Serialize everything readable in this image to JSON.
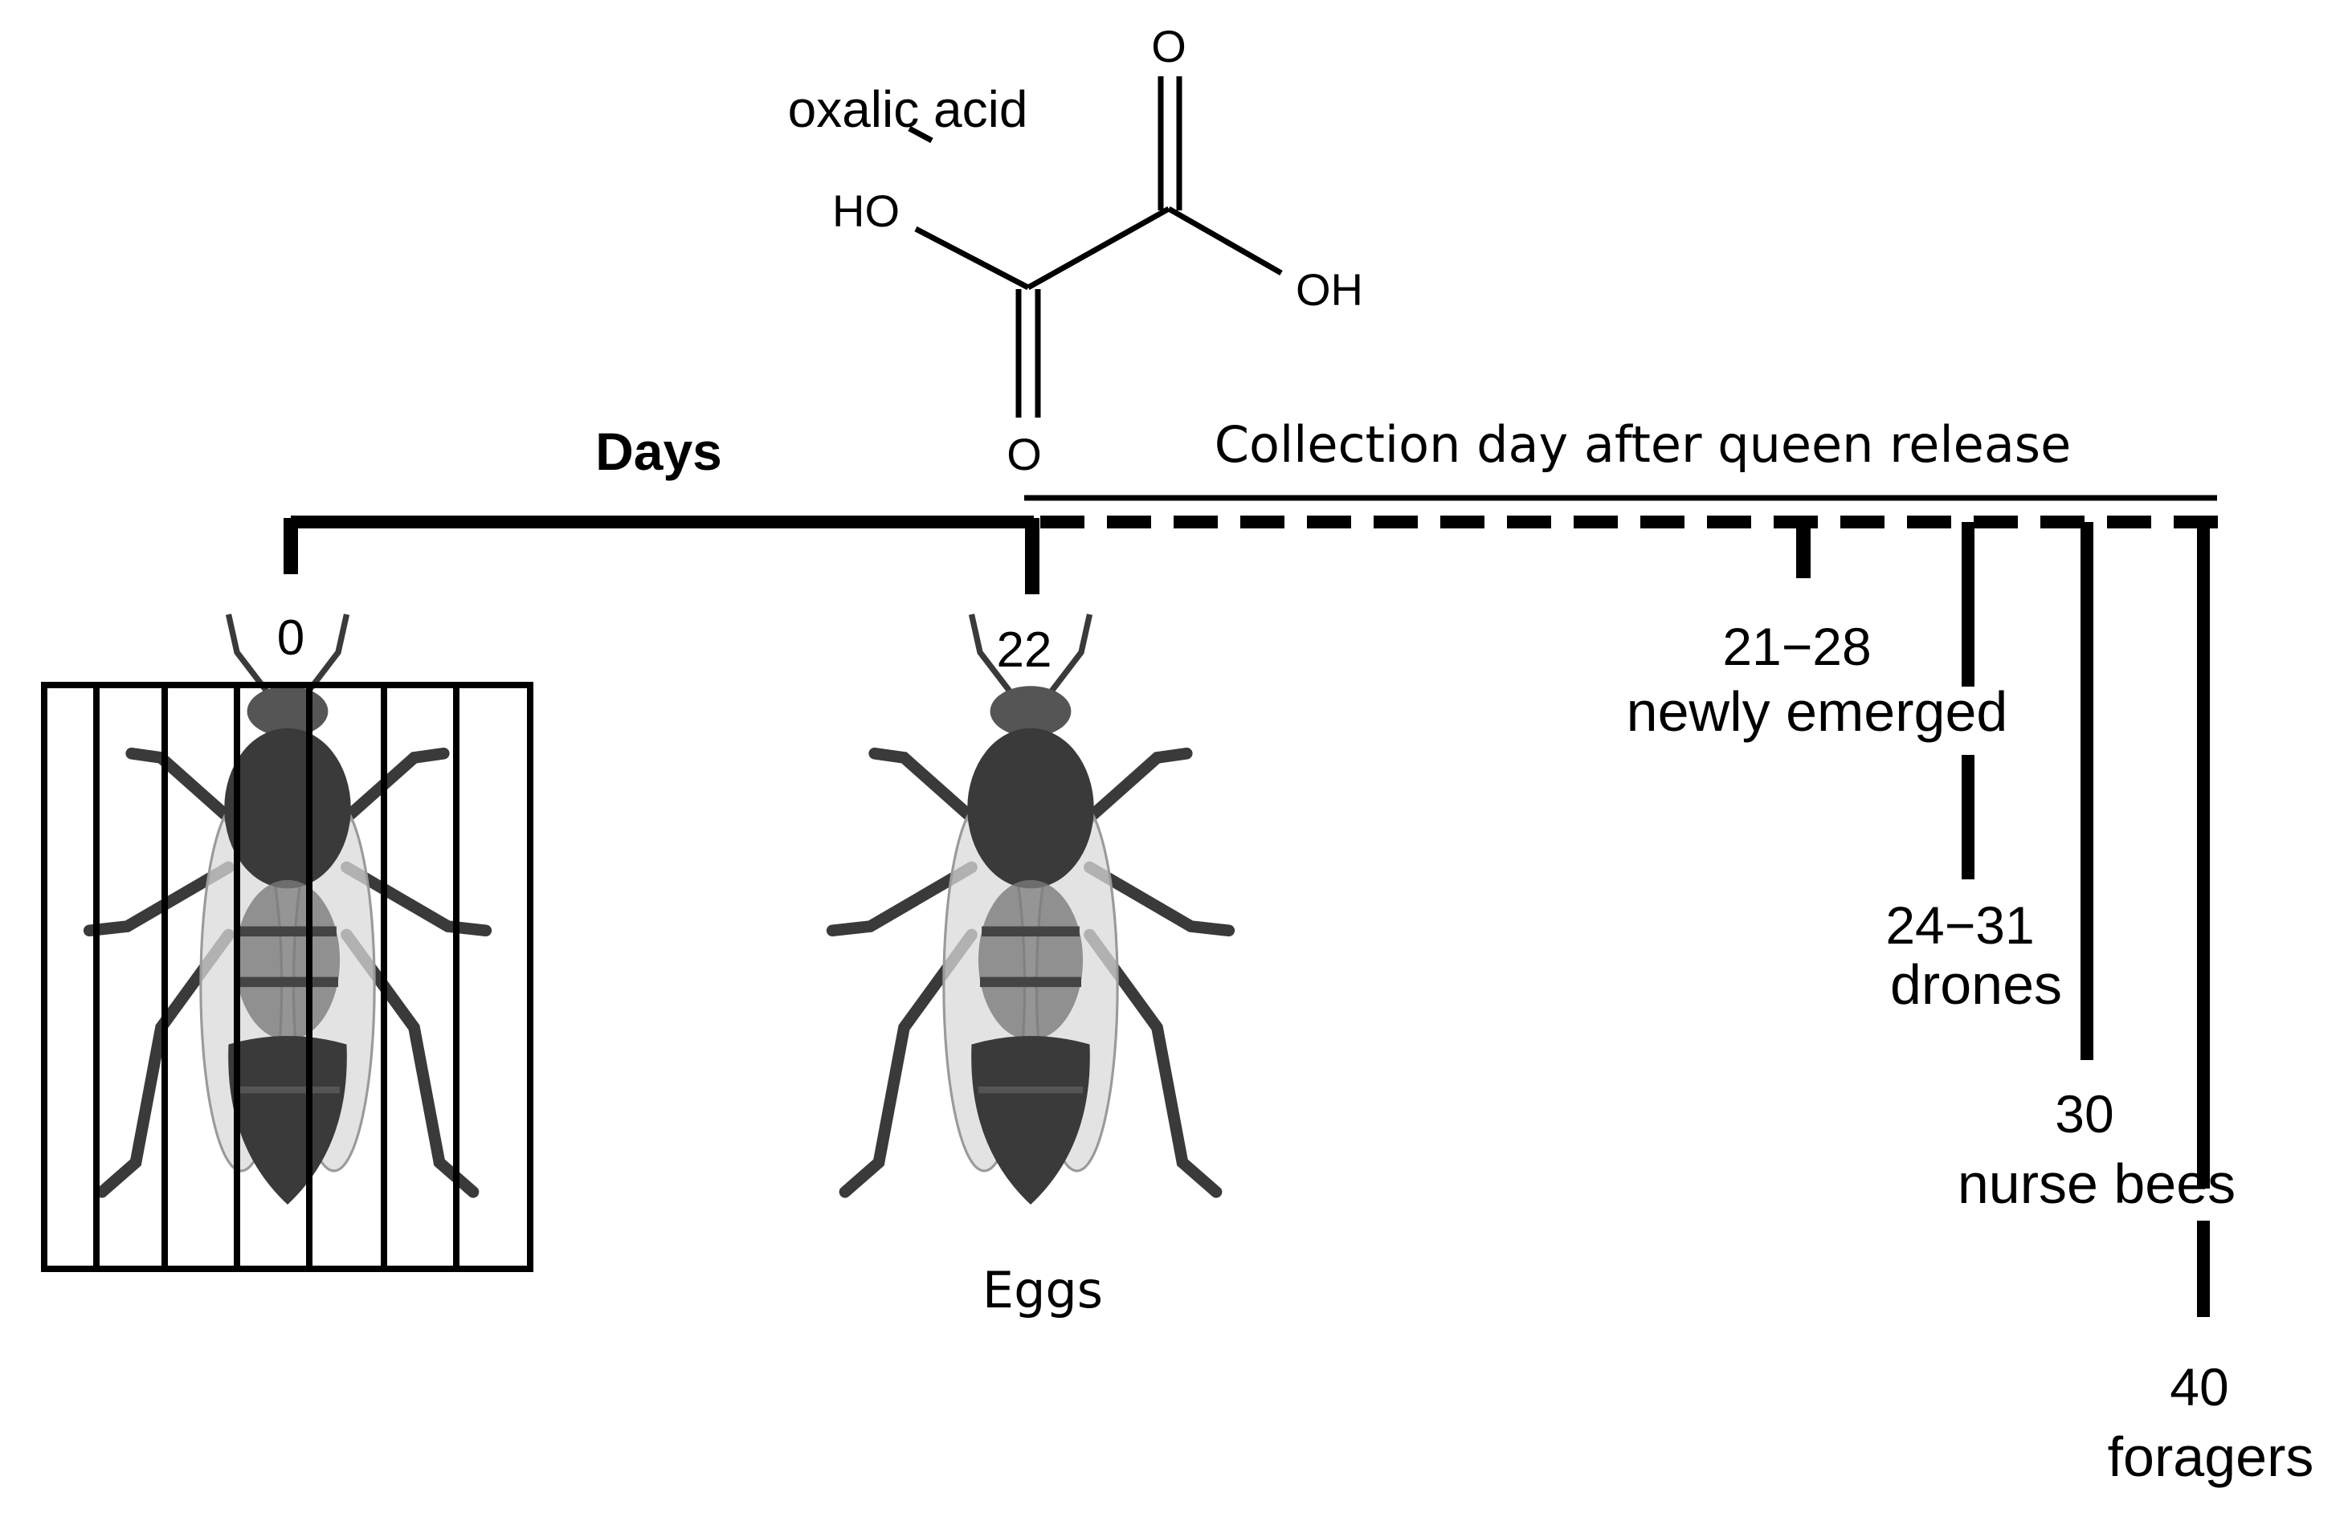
{
  "molecule": {
    "name": "oxalic acid",
    "atoms": {
      "o_top": "O",
      "ho_left": "HO",
      "oh_right": "OH",
      "o_bottom": "O"
    }
  },
  "timeline": {
    "days_label": "Days",
    "collection_label": "Collection day after queen release",
    "day_start": "0",
    "day_release": "22",
    "eggs_label": "Eggs"
  },
  "collections": [
    {
      "days": "21−28",
      "label": "newly emerged"
    },
    {
      "days": "24−31",
      "label": "drones"
    },
    {
      "days": "30",
      "label": "nurse bees"
    },
    {
      "days": "40",
      "label": "foragers"
    }
  ],
  "colors": {
    "ink": "#000000",
    "bee_dark": "#3a3a3a",
    "bee_mid": "#7a7a7a",
    "wing": "#d9d9d9"
  }
}
